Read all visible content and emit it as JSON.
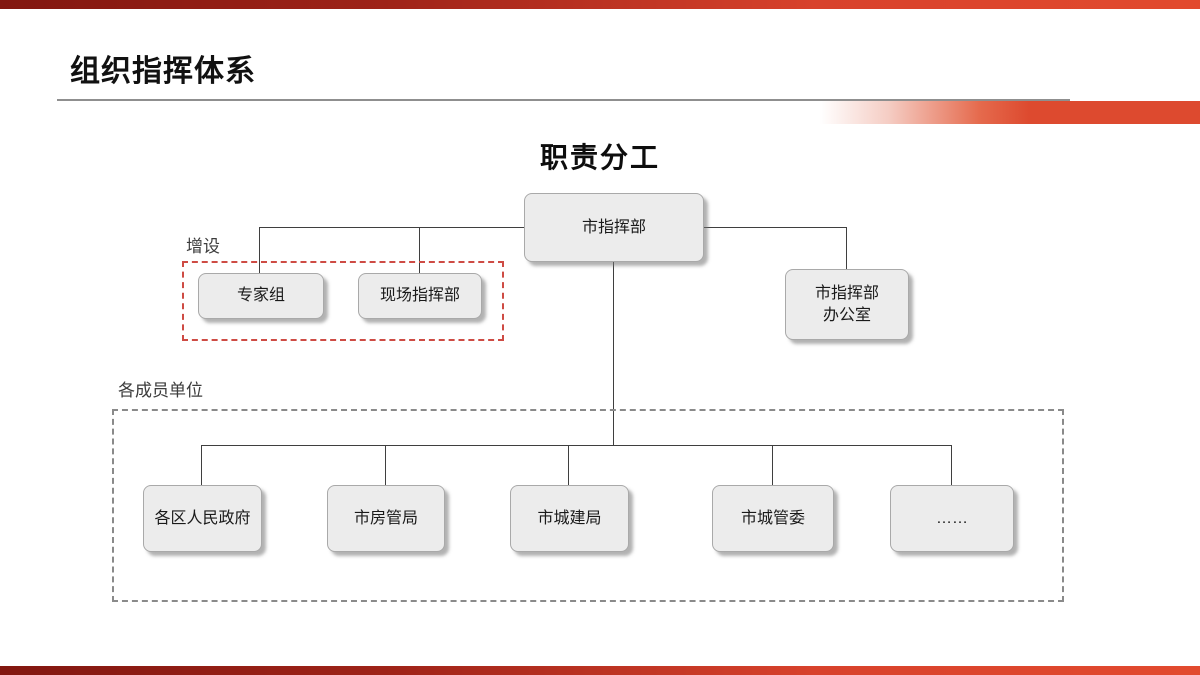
{
  "page": {
    "title": "组织指挥体系",
    "chart_title": "职责分工"
  },
  "labels": {
    "added_group": "增设",
    "member_units": "各成员单位"
  },
  "org": {
    "root": "市指挥部",
    "added": [
      "专家组",
      "现场指挥部"
    ],
    "office_line1": "市指挥部",
    "office_line2": "办公室",
    "members": [
      "各区人民政府",
      "市房管局",
      "市城建局",
      "市城管委",
      "……"
    ]
  },
  "colors": {
    "accent_red": "#DD4A2F",
    "edge_bar_dark_red": "#821710",
    "edge_bar_bright_red": "#E24A2E",
    "added_frame_dashed_red": "#CE4B44",
    "members_frame_dashed_gray": "#8A8A8A",
    "node_fill": "#ECECEC",
    "node_border": "#A9A9A9",
    "connector": "#3F3F3F",
    "divider": "#8F8F8F",
    "text": "#1A1A1A"
  }
}
